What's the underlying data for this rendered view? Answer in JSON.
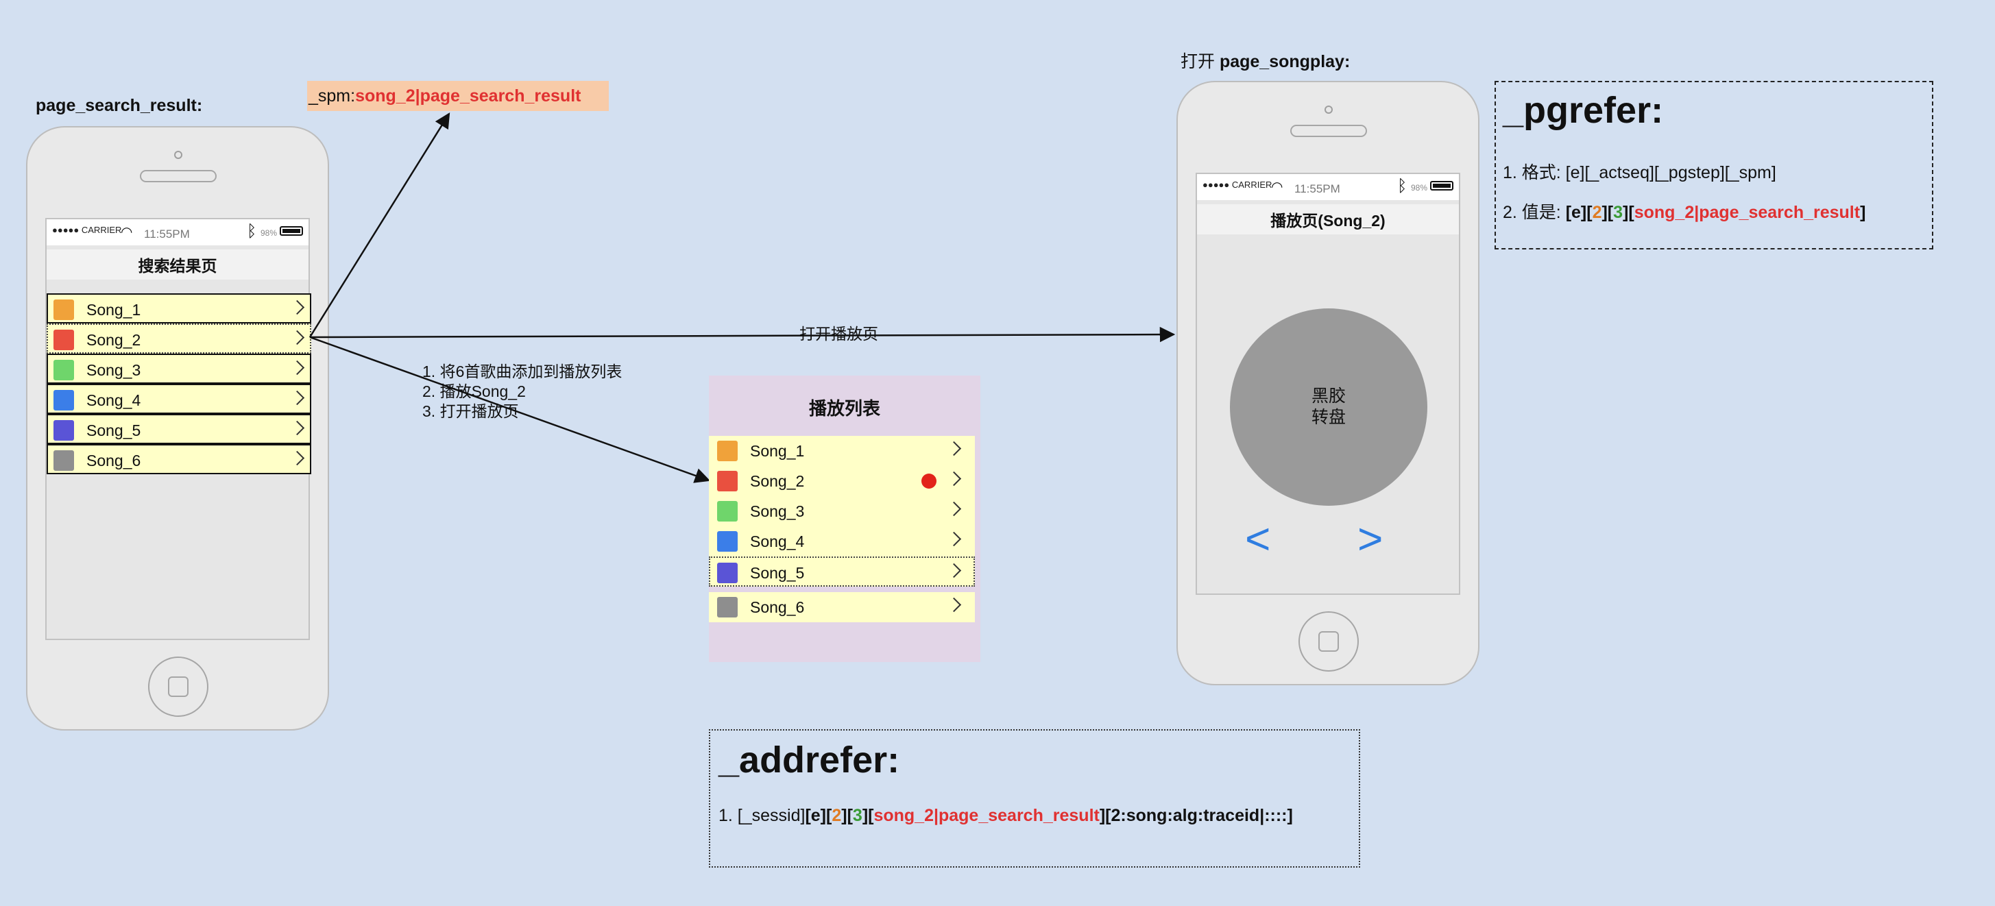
{
  "left_phone": {
    "page_label": "page_search_result:",
    "status": {
      "carrier": "●●●●● CARRIER",
      "time": "11:55PM",
      "battery": "98%"
    },
    "nav_title": "搜索结果页",
    "songs": [
      {
        "label": "Song_1",
        "color": "#f0a23a"
      },
      {
        "label": "Song_2",
        "color": "#e9503f"
      },
      {
        "label": "Song_3",
        "color": "#6fd56b"
      },
      {
        "label": "Song_4",
        "color": "#3b7ee8"
      },
      {
        "label": "Song_5",
        "color": "#5a54d6"
      },
      {
        "label": "Song_6",
        "color": "#8e8e8e"
      }
    ]
  },
  "spm": {
    "key": "_spm: ",
    "value": "song_2|page_search_result"
  },
  "arrow_open_label": "打开播放页",
  "steps": [
    "1. 将6首歌曲添加到播放列表",
    "2. 播放Song_2",
    "3. 打开播放页"
  ],
  "playlist": {
    "title": "播放列表",
    "songs": [
      {
        "label": "Song_1",
        "color": "#f0a23a"
      },
      {
        "label": "Song_2",
        "color": "#e9503f",
        "playing": true
      },
      {
        "label": "Song_3",
        "color": "#6fd56b"
      },
      {
        "label": "Song_4",
        "color": "#3b7ee8"
      },
      {
        "label": "Song_5",
        "color": "#5a54d6"
      },
      {
        "label": "Song_6",
        "color": "#8e8e8e"
      }
    ]
  },
  "right_phone": {
    "page_label_prefix": "打开 ",
    "page_label": "page_songplay:",
    "status": {
      "carrier": "●●●●● CARRIER",
      "time": "11:55PM",
      "battery": "98%"
    },
    "nav_title": "播放页(Song_2)",
    "vinyl_line1": "黑胶",
    "vinyl_line2": "转盘",
    "prev_glyph": "<",
    "next_glyph": ">"
  },
  "pgrefer": {
    "title": "_pgrefer:",
    "line1": "1. 格式: [e][_actseq][_pgstep][_spm]",
    "line2_prefix": "2. 值是: ",
    "v_e": "[e]",
    "v_lb1": "[",
    "v_2": "2",
    "v_rb1lb": "][",
    "v_3": "3",
    "v_rb2lb": "][",
    "v_spm": "song_2|page_search_result",
    "v_rb3": "]"
  },
  "addrefer": {
    "title": "_addrefer:",
    "prefix": "1. [_sessid]",
    "v_e": "[e]",
    "v_lb1": "[",
    "v_2": "2",
    "v_rb1lb": "][",
    "v_3": "3",
    "v_rb2lb": "][",
    "v_spm": "song_2|page_search_result",
    "suffix": "][2:song:alg:traceid|::::]"
  }
}
